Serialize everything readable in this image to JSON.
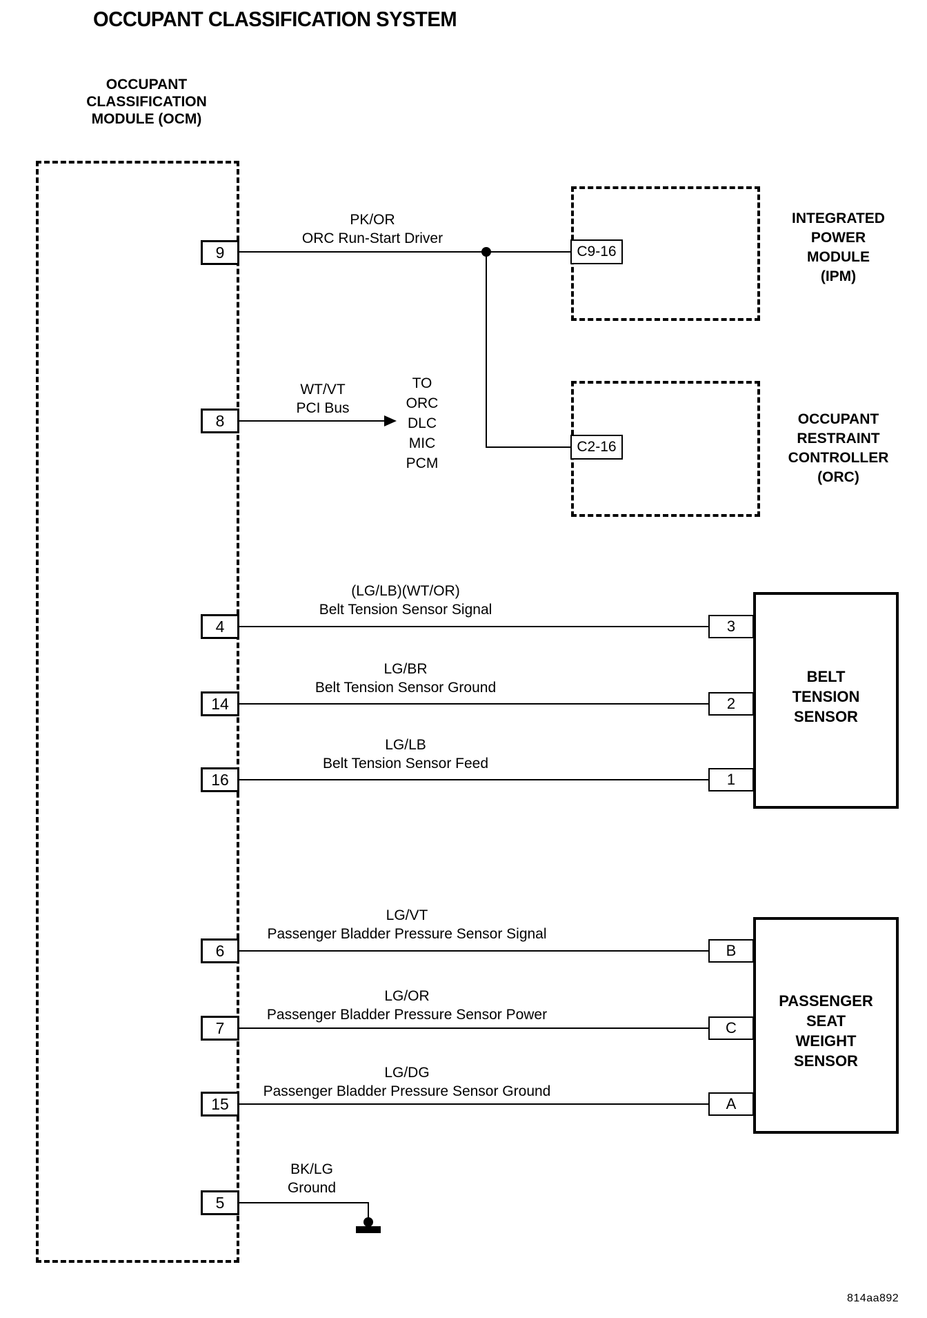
{
  "title": "OCCUPANT CLASSIFICATION SYSTEM",
  "diagram_code": "814aa892",
  "ink_color": "#000000",
  "paper_color": "#ffffff",
  "modules": {
    "ocm": {
      "name_lines": [
        "OCCUPANT",
        "CLASSIFICATION",
        "MODULE (OCM)"
      ],
      "pins": [
        "9",
        "8",
        "4",
        "14",
        "16",
        "6",
        "7",
        "15",
        "5"
      ]
    },
    "ipm": {
      "connector": "C9-16",
      "name_lines": [
        "INTEGRATED",
        "POWER",
        "MODULE",
        "(IPM)"
      ]
    },
    "orc": {
      "connector": "C2-16",
      "name_lines": [
        "OCCUPANT",
        "RESTRAINT",
        "CONTROLLER",
        "(ORC)"
      ]
    },
    "belt_tension_sensor": {
      "name_lines": [
        "BELT",
        "TENSION",
        "SENSOR"
      ],
      "pins": [
        "3",
        "2",
        "1"
      ]
    },
    "passenger_seat_weight_sensor": {
      "name_lines": [
        "PASSENGER",
        "SEAT",
        "WEIGHT",
        "SENSOR"
      ],
      "pins": [
        "B",
        "C",
        "A"
      ]
    }
  },
  "wires": [
    {
      "ocm_pin": "9",
      "color": "PK/OR",
      "label": "ORC Run-Start Driver"
    },
    {
      "ocm_pin": "8",
      "color": "WT/VT",
      "label": "PCI Bus",
      "destinations": [
        "TO",
        "ORC",
        "DLC",
        "MIC",
        "PCM"
      ]
    },
    {
      "ocm_pin": "4",
      "color": "(LG/LB)(WT/OR)",
      "label": "Belt Tension Sensor Signal",
      "to_pin": "3"
    },
    {
      "ocm_pin": "14",
      "color": "LG/BR",
      "label": "Belt Tension Sensor Ground",
      "to_pin": "2"
    },
    {
      "ocm_pin": "16",
      "color": "LG/LB",
      "label": "Belt Tension Sensor Feed",
      "to_pin": "1"
    },
    {
      "ocm_pin": "6",
      "color": "LG/VT",
      "label": "Passenger Bladder Pressure Sensor Signal",
      "to_pin": "B"
    },
    {
      "ocm_pin": "7",
      "color": "LG/OR",
      "label": "Passenger Bladder Pressure Sensor Power",
      "to_pin": "C"
    },
    {
      "ocm_pin": "15",
      "color": "LG/DG",
      "label": "Passenger Bladder Pressure Sensor Ground",
      "to_pin": "A"
    },
    {
      "ocm_pin": "5",
      "color": "BK/LG",
      "label": "Ground"
    }
  ]
}
